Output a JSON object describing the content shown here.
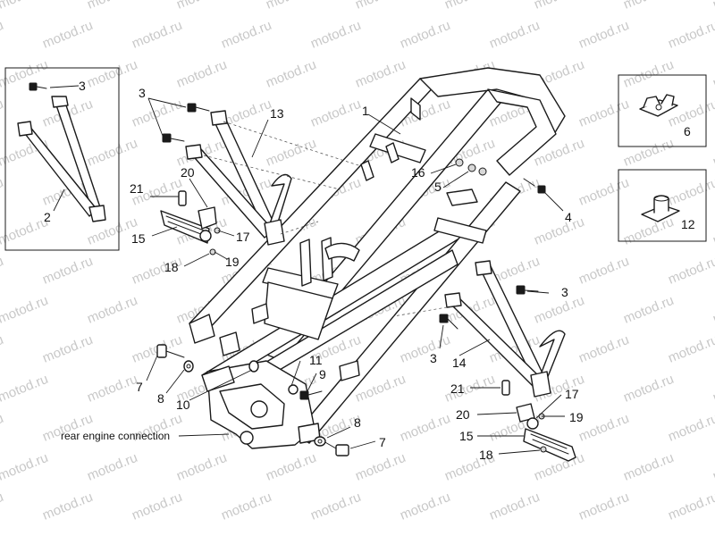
{
  "watermark": "motod.ru",
  "caption": "rear engine connection",
  "callouts": {
    "c1": "1",
    "c2": "2",
    "c3a": "3",
    "c3b": "3",
    "c3c": "3",
    "c3d": "3",
    "c4": "4",
    "c5": "5",
    "c6": "6",
    "c7a": "7",
    "c7b": "7",
    "c8a": "8",
    "c8b": "8",
    "c9": "9",
    "c10": "10",
    "c11": "11",
    "c12": "12",
    "c13": "13",
    "c14": "14",
    "c15a": "15",
    "c15b": "15",
    "c16": "16",
    "c17a": "17",
    "c17b": "17",
    "c18a": "18",
    "c18b": "18",
    "c19a": "19",
    "c19b": "19",
    "c20a": "20",
    "c20b": "20",
    "c21a": "21",
    "c21b": "21"
  }
}
